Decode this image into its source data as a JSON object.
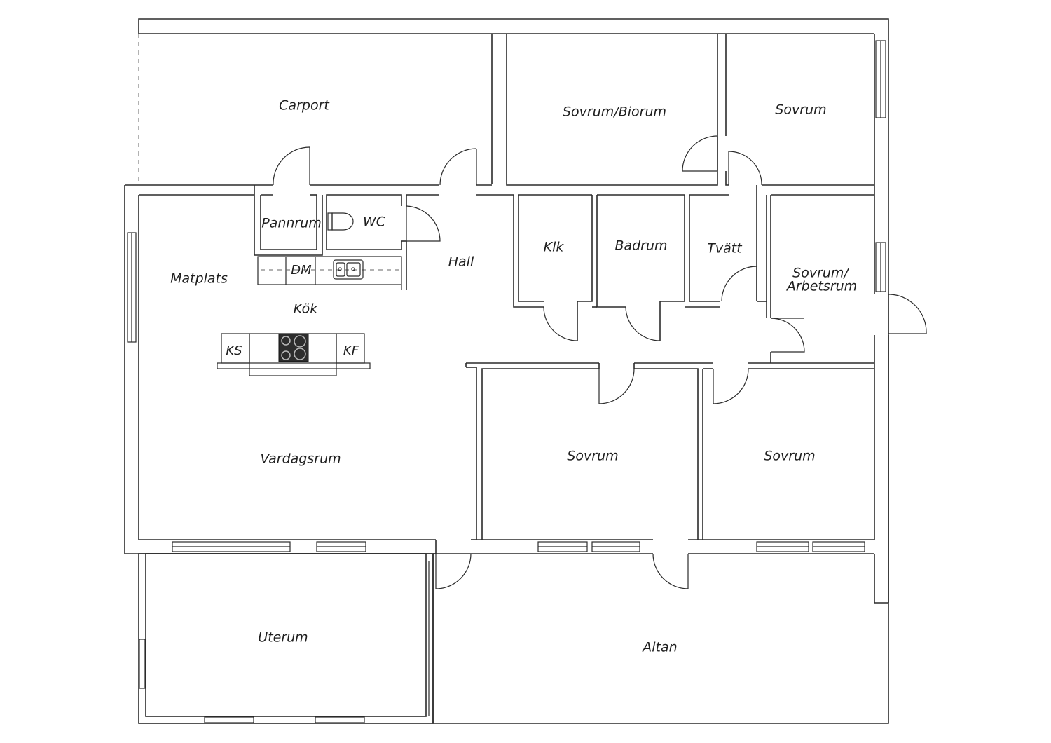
{
  "rooms": {
    "carport": "Carport",
    "sovrum_biorum": "Sovrum/Biorum",
    "sovrum_ne": "Sovrum",
    "pannrum": "Pannrum",
    "wc": "WC",
    "hall": "Hall",
    "klk": "Klk",
    "badrum": "Badrum",
    "tvatt": "Tvätt",
    "sovrum_arbetsrum_1": "Sovrum/",
    "sovrum_arbetsrum_2": "Arbetsrum",
    "matplats": "Matplats",
    "kok": "Kök",
    "vardagsrum": "Vardagsrum",
    "sovrum_mid": "Sovrum",
    "sovrum_se": "Sovrum",
    "uterum": "Uterum",
    "altan": "Altan"
  },
  "fixtures": {
    "dm": "DM",
    "ks": "KS",
    "kf": "KF"
  }
}
